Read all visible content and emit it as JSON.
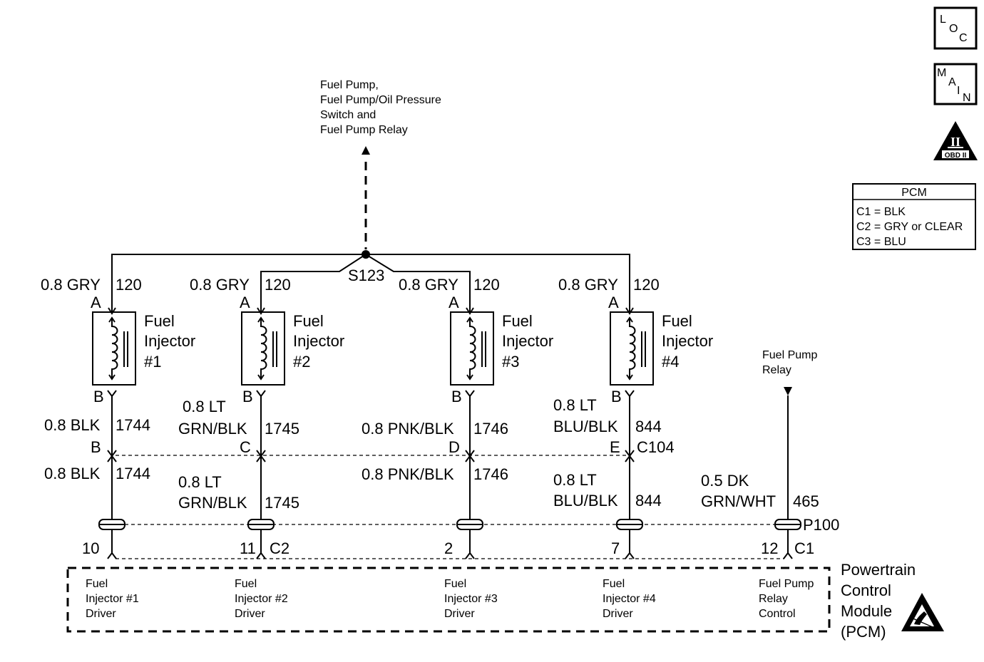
{
  "top_note": [
    "Fuel Pump,",
    "Fuel Pump/Oil Pressure",
    "Switch and",
    "Fuel Pump Relay"
  ],
  "splice": "S123",
  "icons": {
    "loc": [
      "L",
      "O",
      "C"
    ],
    "main": [
      "M",
      "A",
      "I",
      "N"
    ],
    "obd": {
      "numeral": "II",
      "label": "OBD II"
    }
  },
  "pcm_legend": {
    "title": "PCM",
    "rows": [
      "C1 = BLK",
      "C2 = GRY or CLEAR",
      "C3 = BLU"
    ]
  },
  "injectors": [
    {
      "name": [
        "Fuel",
        "Injector",
        "#1"
      ],
      "top_wire": [
        "0.8 GRY",
        "120"
      ],
      "pin_top": "A",
      "pin_bottom": "B",
      "mid_wire": {
        "lines": [
          "0.8 BLK"
        ],
        "circuit": "1744"
      },
      "c104_pin": "B",
      "low_wire": {
        "lines": [
          "0.8 BLK"
        ],
        "circuit": "1744"
      },
      "pcm_pin": "10",
      "connector": "",
      "driver": [
        "Fuel",
        "Injector #1",
        "Driver"
      ]
    },
    {
      "name": [
        "Fuel",
        "Injector",
        "#2"
      ],
      "top_wire": [
        "0.8 GRY",
        "120"
      ],
      "pin_top": "A",
      "pin_bottom": "B",
      "mid_wire": {
        "lines": [
          "0.8 LT",
          "GRN/BLK"
        ],
        "circuit": "1745"
      },
      "c104_pin": "C",
      "low_wire": {
        "lines": [
          "0.8 LT",
          "GRN/BLK"
        ],
        "circuit": "1745"
      },
      "pcm_pin": "11",
      "connector": "C2",
      "driver": [
        "Fuel",
        "Injector #2",
        "Driver"
      ]
    },
    {
      "name": [
        "Fuel",
        "Injector",
        "#3"
      ],
      "top_wire": [
        "0.8 GRY",
        "120"
      ],
      "pin_top": "A",
      "pin_bottom": "B",
      "mid_wire": {
        "lines": [
          "0.8 PNK/BLK"
        ],
        "circuit": "1746"
      },
      "c104_pin": "D",
      "low_wire": {
        "lines": [
          "0.8 PNK/BLK"
        ],
        "circuit": "1746"
      },
      "pcm_pin": "2",
      "connector": "",
      "driver": [
        "Fuel",
        "Injector #3",
        "Driver"
      ]
    },
    {
      "name": [
        "Fuel",
        "Injector",
        "#4"
      ],
      "top_wire": [
        "0.8 GRY",
        "120"
      ],
      "pin_top": "A",
      "pin_bottom": "B",
      "mid_wire": {
        "lines": [
          "0.8 LT",
          "BLU/BLK"
        ],
        "circuit": "844"
      },
      "c104_pin": "E",
      "low_wire": {
        "lines": [
          "0.8 LT",
          "BLU/BLK"
        ],
        "circuit": "844"
      },
      "pcm_pin": "7",
      "connector": "",
      "driver": [
        "Fuel",
        "Injector #4",
        "Driver"
      ]
    }
  ],
  "c104_label": "C104",
  "relay": {
    "label": [
      "Fuel Pump",
      "Relay"
    ],
    "wire": {
      "lines": [
        "0.5 DK",
        "GRN/WHT"
      ],
      "circuit": "465"
    },
    "pcm_pin": "12",
    "connector": "C1",
    "driver": [
      "Fuel Pump",
      "Relay",
      "Control"
    ]
  },
  "p100_label": "P100",
  "pcm": [
    "Powertrain",
    "Control",
    "Module",
    "(PCM)"
  ]
}
